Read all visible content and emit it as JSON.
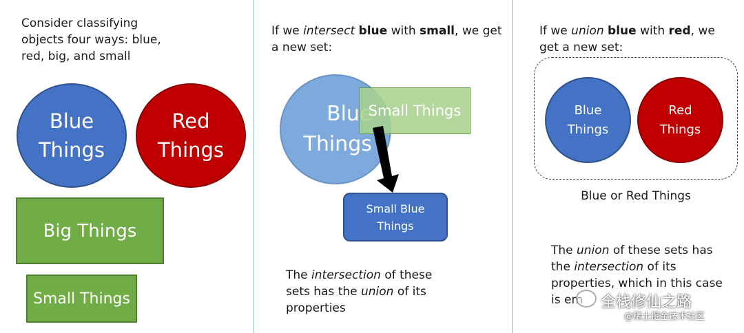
{
  "panel1": {
    "intro": "Consider classifying objects four ways: blue, red, big, and small",
    "blue_circle": [
      "Blue",
      "Things"
    ],
    "red_circle": [
      "Red",
      "Things"
    ],
    "big_rect": "Big Things",
    "small_rect": "Small Things"
  },
  "panel2": {
    "heading": {
      "p1": "If we ",
      "em1": "intersect",
      "p2": " ",
      "b1": "blue",
      "p3": " with ",
      "b2": "small",
      "p4": ", we get a new set:"
    },
    "blue_circle": [
      "Blue",
      "Things"
    ],
    "small_rect": "Small Things",
    "result_box": [
      "Small Blue",
      "Things"
    ],
    "caption": {
      "p1": "The ",
      "em1": "intersection",
      "p2": " of these sets has the ",
      "em2": "union",
      "p3": " of its properties"
    }
  },
  "panel3": {
    "heading": {
      "p1": "If we ",
      "em1": "union",
      "p2": " ",
      "b1": "blue",
      "p3": " with ",
      "b2": "red",
      "p4": ", we get a new set:"
    },
    "blue_circle": [
      "Blue",
      "Things"
    ],
    "red_circle": [
      "Red",
      "Things"
    ],
    "group_label": "Blue or Red Things",
    "caption": {
      "p1": "The ",
      "em1": "union",
      "p2": " of these sets has the ",
      "em2": "intersection",
      "p3": " of its properties, which in this case is em"
    }
  },
  "watermark": {
    "line1": "全栈修仙之路",
    "line2": "@稀土掘金技术社区"
  },
  "colors": {
    "blue": "#4472c4",
    "red": "#c00000",
    "green": "#70ad47",
    "light_blue": "#7ea9dc",
    "light_green": "#a9d18e",
    "divider": "#9fb5d6"
  }
}
